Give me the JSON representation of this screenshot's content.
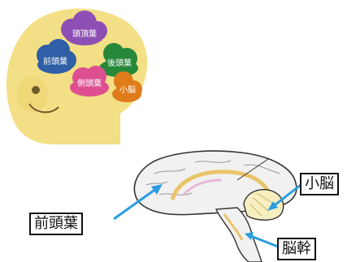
{
  "head_diagram": {
    "lobes": [
      {
        "label": "頭頂葉",
        "color": "#8e4fb4"
      },
      {
        "label": "前頭葉",
        "color": "#2e5fa7"
      },
      {
        "label": "後頭葉",
        "color": "#27883a"
      },
      {
        "label": "側頭葉",
        "color": "#de4f92"
      },
      {
        "label": "小脳",
        "color": "#e07b1a"
      }
    ],
    "face_color": "#f3df85"
  },
  "brain_section": {
    "callouts": {
      "frontal": "前頭葉",
      "cerebellum": "小脳",
      "brainstem": "脳幹"
    },
    "arrow_color": "#2a9de0"
  }
}
